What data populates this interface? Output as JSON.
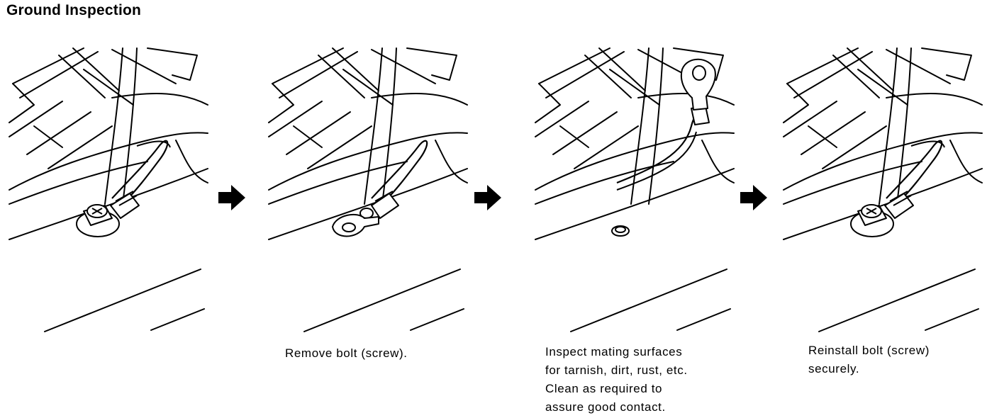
{
  "title": "Ground Inspection",
  "steps": [
    {
      "caption_lines": []
    },
    {
      "caption_lines": [
        "Remove bolt (screw)."
      ]
    },
    {
      "caption_lines": [
        "Inspect mating surfaces",
        "for tarnish, dirt, rust, etc.",
        "Clean as required to",
        "assure good contact."
      ]
    },
    {
      "caption_lines": [
        "Reinstall bolt (screw)",
        "securely."
      ]
    }
  ],
  "icons": {
    "step_arrow": "right-arrow-icon"
  },
  "colors": {
    "line": "#000000",
    "background": "#ffffff"
  }
}
